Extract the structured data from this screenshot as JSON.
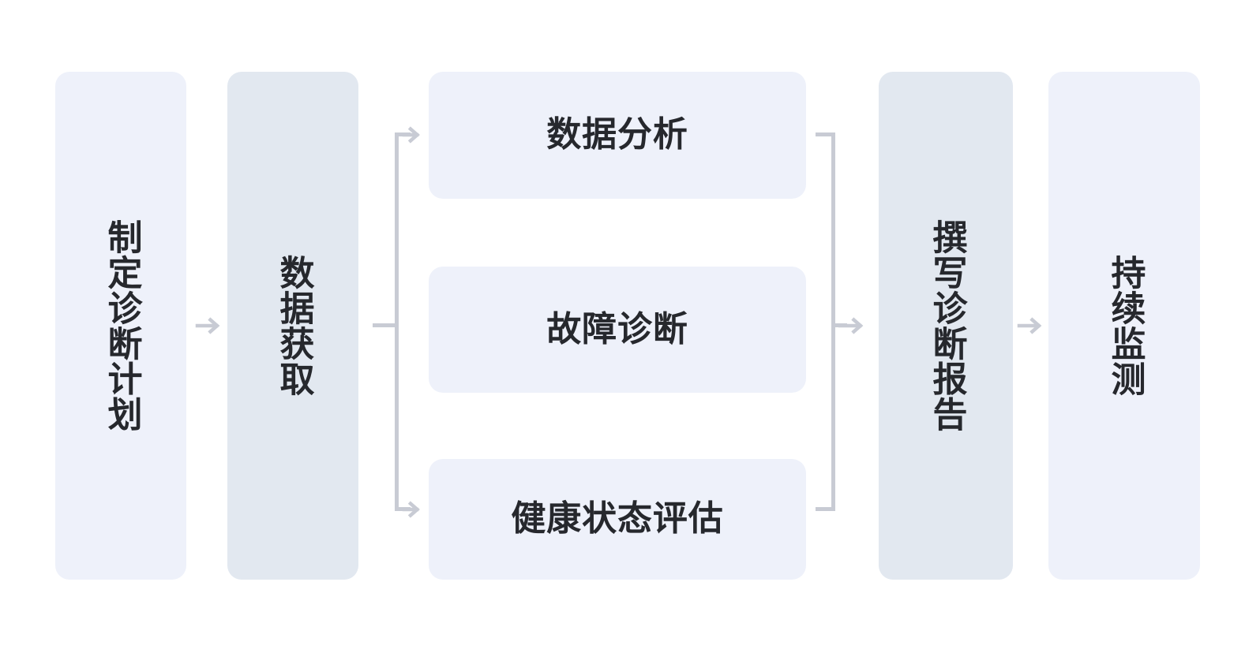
{
  "diagram": {
    "title": "",
    "colors": {
      "canvas_background": "#ffffff",
      "node_fill_light": "#eef1fa",
      "node_fill_muted": "#e2e8f0",
      "node_text": "#26282d",
      "connector": "#c8cbd4"
    },
    "nodes": [
      {
        "id": "plan",
        "label": "制定诊断计划",
        "orientation": "vertical",
        "tone": "light"
      },
      {
        "id": "acquire",
        "label": "数据获取",
        "orientation": "vertical",
        "tone": "muted"
      },
      {
        "id": "analysis",
        "label": "数据分析",
        "orientation": "horizontal",
        "tone": "light"
      },
      {
        "id": "fault",
        "label": "故障诊断",
        "orientation": "horizontal",
        "tone": "light"
      },
      {
        "id": "health",
        "label": "健康状态评估",
        "orientation": "horizontal",
        "tone": "light"
      },
      {
        "id": "report",
        "label": "撰写诊断报告",
        "orientation": "vertical",
        "tone": "muted"
      },
      {
        "id": "monitor",
        "label": "持续监测",
        "orientation": "vertical",
        "tone": "light"
      }
    ],
    "connectors": [
      {
        "id": "plan-to-acquire",
        "from": "plan",
        "to": "acquire",
        "kind": "arrow",
        "icon": "arrow-right-icon"
      },
      {
        "id": "acquire-to-branches",
        "from": "acquire",
        "to": [
          "analysis",
          "fault",
          "health"
        ],
        "kind": "fork",
        "icon": "fork-connector-icon"
      },
      {
        "id": "branches-to-report",
        "from": [
          "analysis",
          "fault",
          "health"
        ],
        "to": "report",
        "kind": "merge",
        "icon": "merge-connector-icon"
      },
      {
        "id": "report-to-monitor",
        "from": "report",
        "to": "monitor",
        "kind": "arrow",
        "icon": "arrow-right-icon"
      }
    ]
  }
}
